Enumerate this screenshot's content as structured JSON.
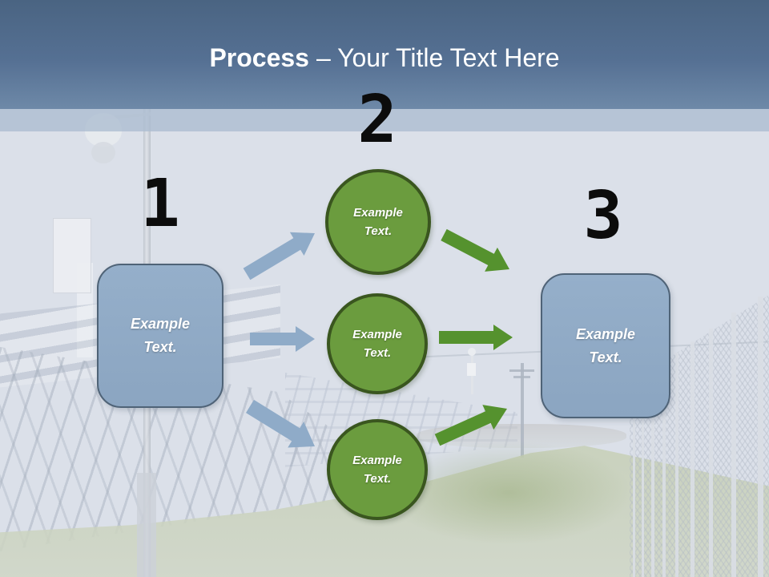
{
  "slide": {
    "header": {
      "title_bold": "Process",
      "title_rest": "– Your Title Text Here"
    },
    "diagram": {
      "step1": {
        "number": "1",
        "label": "Example Text."
      },
      "step2": {
        "number": "2",
        "circles": [
          {
            "label": "Example Text."
          },
          {
            "label": "Example Text."
          },
          {
            "label": "Example Text."
          }
        ]
      },
      "step3": {
        "number": "3",
        "label": "Example Text."
      }
    },
    "colors": {
      "header_top": "#4a6482",
      "header_bottom": "#6e89a8",
      "sky_band": "#acbcd1",
      "canvas": "#dbe0e9",
      "box_fill": "#90aac5",
      "box_border": "#4f6377",
      "circle_fill": "#6b9c3e",
      "circle_border": "#3a561f",
      "arrow_blue": "#8fabc8",
      "arrow_green": "#55922e",
      "title_text": "#ffffff",
      "number_text": "#0c0c0c"
    }
  }
}
